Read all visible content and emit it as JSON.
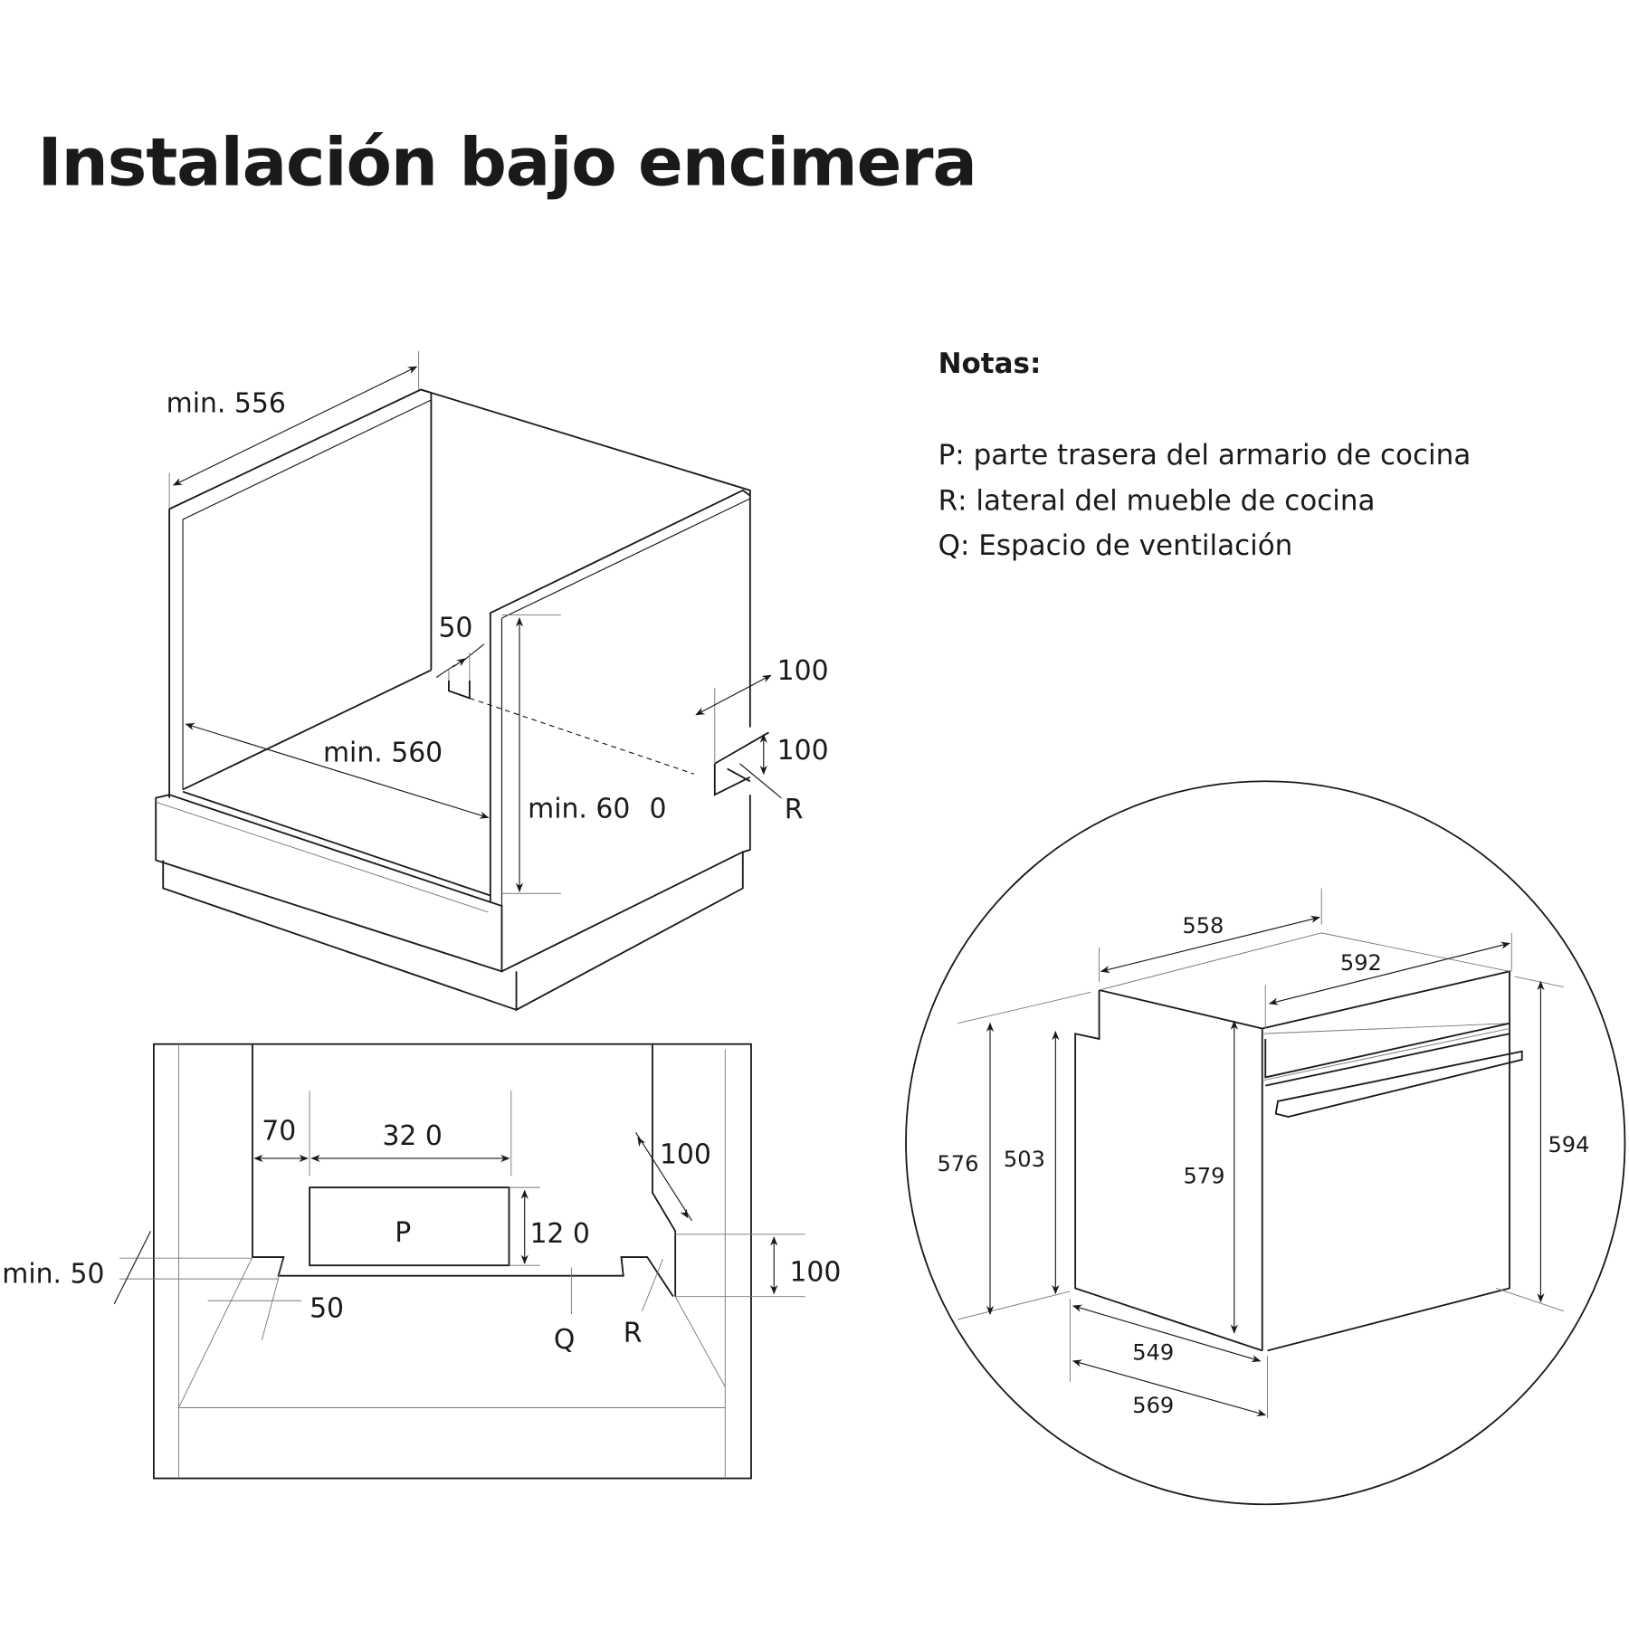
{
  "title": "Instalación bajo encimera",
  "notes": {
    "heading": "Notas:",
    "items": [
      {
        "key": "P",
        "text": ": parte trasera del armario de cocina"
      },
      {
        "key": "R",
        "text": ": lateral del mueble de cocina"
      },
      {
        "key": "Q",
        "text": ": Espacio de ventilación"
      }
    ]
  },
  "cabinet_view": {
    "width": "min. 556",
    "depth": "min. 560",
    "height": "min. 60",
    "height_suffix": "0",
    "gap_back": "50",
    "vent_offset": "100",
    "vent_height": "100",
    "side_label": "R"
  },
  "plan_view": {
    "side_gap": "70",
    "vent_width": "32 0",
    "vent_height": "12 0",
    "vent_label": "P",
    "slot_right": "100",
    "slot_right_height": "100",
    "front_gap": "min. 50",
    "front_slot": "50",
    "vent_space_label": "Q",
    "side_label": "R"
  },
  "oven_view": {
    "top_depth": "558",
    "front_width": "592",
    "height_total": "576",
    "height_body": "503",
    "height_side": "579",
    "height_front": "594",
    "depth_body": "549",
    "depth_total": "569"
  }
}
